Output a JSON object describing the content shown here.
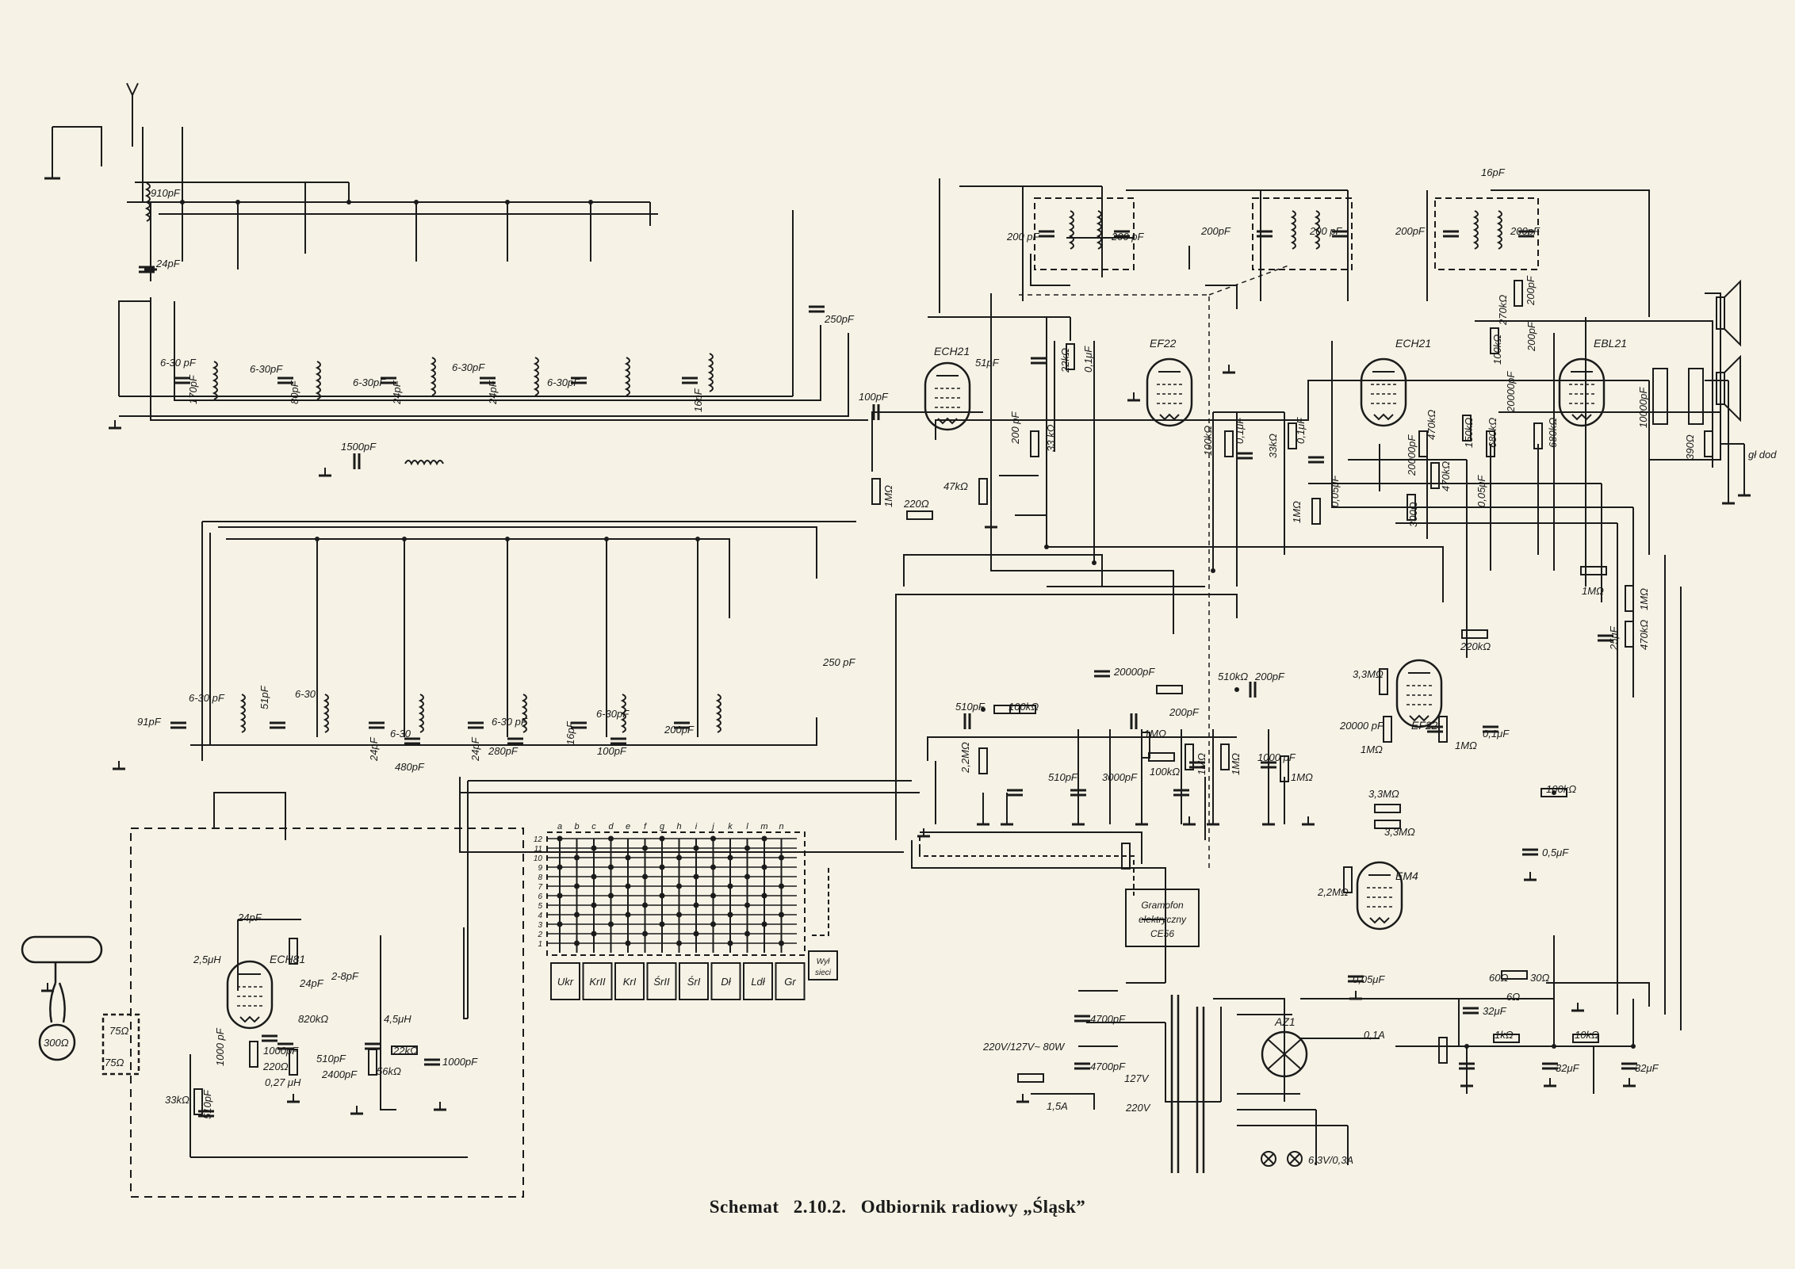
{
  "caption": {
    "prefix": "Schemat",
    "number": "2.10.2.",
    "title": "Odbiornik radiowy „Śląsk”"
  },
  "colors": {
    "paper": "#f6f3e6",
    "ink": "#1b1b1b"
  },
  "tubes": [
    {
      "id": "ech21_a",
      "label": "ECH21"
    },
    {
      "id": "ef22_a",
      "label": "EF22"
    },
    {
      "id": "ech21_b",
      "label": "ECH21"
    },
    {
      "id": "ebl21",
      "label": "EBL21"
    },
    {
      "id": "ef22_b",
      "label": "EF22"
    },
    {
      "id": "em4",
      "label": "EM4"
    },
    {
      "id": "ech81",
      "label": "ECH81"
    },
    {
      "id": "az1",
      "label": "AZ1"
    }
  ],
  "component_labels": {
    "c_910": "910pF",
    "c_24_top": "24pF",
    "c_6_30_1": "6-30 pF",
    "c_170": "170pF",
    "c_6_30_2": "6-30pF",
    "c_80": "80pF",
    "c_6_30_3": "6-30pF",
    "c_24_b": "24pF",
    "c_6_30_4": "6-30pF",
    "c_24_c": "24pF",
    "c_6_30_5": "6-30pF",
    "c_16": "16pF",
    "c_250_a": "250pF",
    "c_1500": "1500pF",
    "c_100": "100pF",
    "r_1m_a": "1MΩ",
    "r_220": "220Ω",
    "r_47k": "47kΩ",
    "c_51": "51pF",
    "c_200_a": "200 pF",
    "r_33k_a": "33 kΩ",
    "r_22k": "22kΩ",
    "c_01_a": "0,1μF",
    "c_200_ifa1": "200 pF",
    "c_200_ifa2": "200 pF",
    "c_200_ifb1": "200pF",
    "c_200_ifb2": "200 pF",
    "r_100k_ef": "100kΩ",
    "c_01_ef": "0,1μF",
    "r_33k_b": "33kΩ",
    "c_01_b": "0,1μF",
    "r_1m_b": "1MΩ",
    "c_005_a": "0,05μF",
    "c_16_top": "16pF",
    "c_200_ifc1": "200pF",
    "c_200_ifc2": "200pF",
    "r_270k": "270kΩ",
    "c_200_d": "200pF",
    "r_100k_b": "100kΩ",
    "c_200_e": "200pF",
    "r_300": "300Ω",
    "c_20000_a": "20000pF",
    "r_470k_a": "470kΩ",
    "r_470k_b": "470kΩ",
    "c_20000_b": "20000pF",
    "c_005_b": "0,05μF",
    "r_150": "150kΩ",
    "r_680": "680kΩ",
    "c_10000": "10000pF",
    "r_680b": "680kΩ",
    "r_390": "390Ω",
    "label_gl": "gł dod",
    "r_1m_c": "1MΩ",
    "r_1m_d": "1MΩ",
    "r_470k_c": "470kΩ",
    "c_25": "25μF",
    "c_91": "91pF",
    "c_6_30_6": "6-30 pF",
    "c_51_b": "51pF",
    "c_6_30_7": "6-30",
    "c_24_d": "24pF",
    "c_6_30_8": "6-30",
    "c_480": "480pF",
    "c_24_e": "24pF",
    "c_6_30_9": "6-30 pF",
    "c_280": "280pF",
    "c_16_b": "16pF",
    "c_6_30_10": "6-30pF",
    "c_100_b": "100pF",
    "c_200_f": "200pF",
    "c_250_b": "250 pF",
    "c_20000_c": "20000pF",
    "c_510_a": "510pF",
    "r_100k_c": "100kΩ",
    "r_22m": "2,2MΩ",
    "c_510_b": "510pF",
    "r_1m_e": "1MΩ",
    "c_200_g": "200pF",
    "r_510k": "510kΩ",
    "c_200_h": "200pF",
    "c_3000": "3000pF",
    "r_100k_d": "100kΩ",
    "r_1m_f": "1MΩ",
    "r_1m_g": "1MΩ",
    "c_1000": "1000 pF",
    "r_1m_h": "1MΩ",
    "r_220k": "220kΩ",
    "r_33m": "3,3MΩ",
    "c_20000_d": "20000 pF",
    "r_1m_i": "1MΩ",
    "r_1m_j": "1MΩ",
    "c_01_c": "0,1μF",
    "r_100k_e": "100kΩ",
    "c_05": "0,5μF",
    "r_33m_b": "3,3MΩ",
    "r_33m_c": "3,3MΩ",
    "r_22m_b": "2,2MΩ",
    "c_005_c": "0,05μF",
    "label_gramofon": "Gramofon elektryczny CE56",
    "r_60": "60Ω",
    "r_30": "30Ω",
    "r_6": "6Ω",
    "c_32_a": "32μF",
    "label_mains": "220V/127V~ 80W",
    "c_4700_a": "4700pF",
    "c_4700_b": "4700pF",
    "label_127": "127V",
    "label_220": "220V",
    "fuse_15": "1,5A",
    "fuse_01": "0,1A",
    "r_1k": "1kΩ",
    "r_10k": "10kΩ",
    "c_32_b": "32μF",
    "c_32_c": "32μF",
    "lamp": "6,3V/0,3A",
    "c_24_ech": "24pF",
    "l_25": "2,5μH",
    "c_24_ech2": "24pF",
    "c_2_8": "2-8pF",
    "r_820k": "820kΩ",
    "l_45": "4,5μH",
    "c_1000_a": "1000 pF",
    "c_1000_b": "1000pF",
    "r_220_b": "220Ω",
    "c_510_c": "510pF",
    "c_2400": "2400pF",
    "r_22k_b": "22kΩ",
    "r_56k": "56kΩ",
    "c_1000_c": "1000pF",
    "l_027": "0,27 μH",
    "r_33k_c": "33kΩ",
    "c_510_d": "510pF",
    "r_300_b": "300Ω",
    "r_75_a": "75Ω",
    "r_75_b": "75Ω",
    "label_wyl": "Wył sieci"
  },
  "band_switch": {
    "columns": [
      "a",
      "b",
      "c",
      "d",
      "e",
      "f",
      "g",
      "h",
      "i",
      "j",
      "k",
      "l",
      "m",
      "n"
    ],
    "rows": [
      "12",
      "11",
      "10",
      "9",
      "8",
      "7",
      "6",
      "5",
      "4",
      "3",
      "2",
      "1"
    ],
    "keys": [
      "Ukr",
      "KrII",
      "KrI",
      "ŚrII",
      "ŚrI",
      "Dł",
      "Ldł",
      "Gr"
    ]
  }
}
